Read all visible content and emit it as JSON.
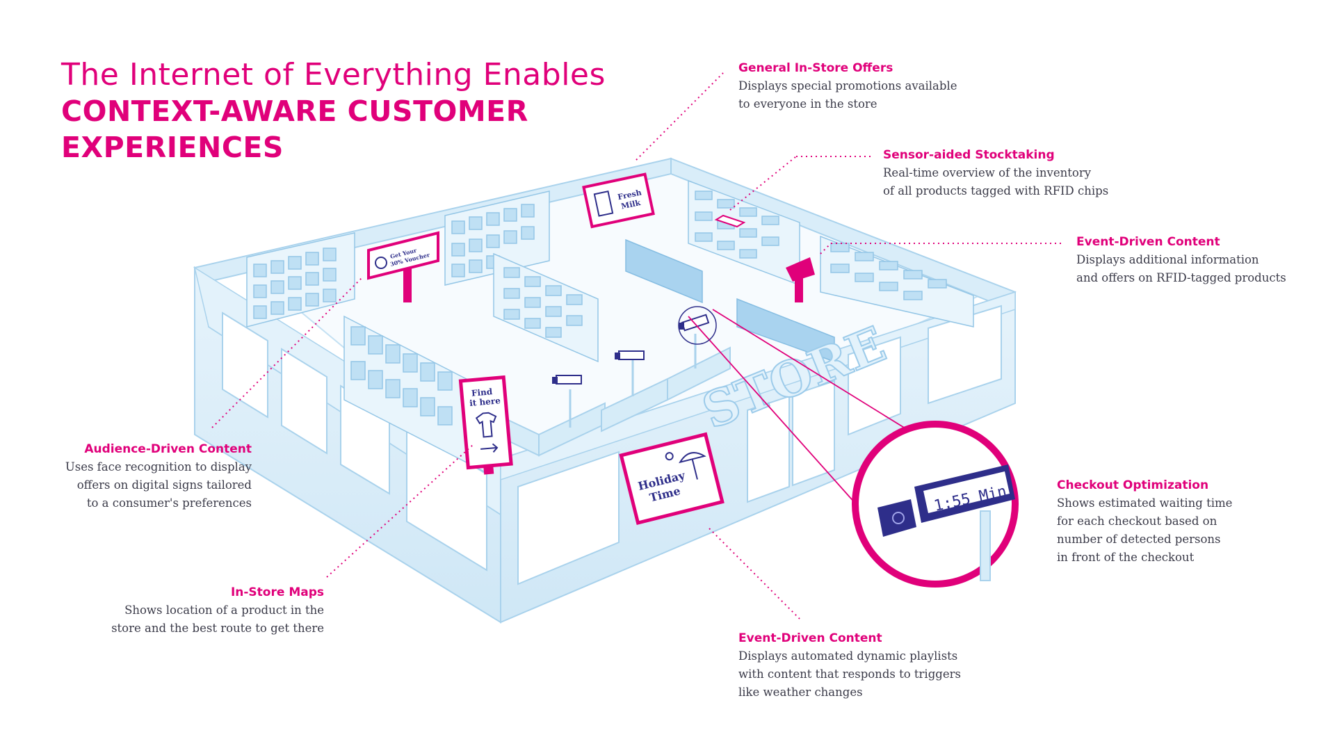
{
  "title": {
    "line1": "The Internet of Everything Enables",
    "line2": "CONTEXT-AWARE CUSTOMER EXPERIENCES"
  },
  "callouts": {
    "general_offers": {
      "heading": "General In-Store Offers",
      "lines": [
        "Displays special promotions available",
        "to everyone in the store"
      ]
    },
    "stocktaking": {
      "heading": "Sensor-aided Stocktaking",
      "lines": [
        "Real-time overview of the inventory",
        "of all products tagged with RFID chips"
      ]
    },
    "event_rfid": {
      "heading": "Event-Driven Content",
      "lines": [
        "Displays additional information",
        "and offers on RFID-tagged products"
      ]
    },
    "audience": {
      "heading": "Audience-Driven Content",
      "lines": [
        "Uses face recognition to display",
        "offers on digital signs tailored",
        "to a consumer's preferences"
      ]
    },
    "maps": {
      "heading": "In-Store Maps",
      "lines": [
        "Shows location of a product in the",
        "store and the best route to get there"
      ]
    },
    "checkout": {
      "heading": "Checkout Optimization",
      "lines": [
        "Shows estimated waiting time",
        "for each checkout based on",
        "number of detected persons",
        "in front of the checkout"
      ]
    },
    "event_playlist": {
      "heading": "Event-Driven Content",
      "lines": [
        "Displays automated dynamic playlists",
        "with content that responds to triggers",
        "like weather changes"
      ]
    }
  },
  "signs": {
    "fresh_milk": [
      "Fresh",
      "Milk"
    ],
    "voucher": [
      "Get Your",
      "30% Voucher"
    ],
    "find": [
      "Find",
      "it here"
    ],
    "holiday": [
      "Holiday",
      "Time"
    ],
    "store": "STORE",
    "timer": "1:55 Min"
  },
  "colors": {
    "accent": "#e0007a",
    "navy": "#2e2e8a",
    "ice": "#d6ecf8",
    "ice_dark": "#b5d9f0",
    "text": "#3a3a48"
  }
}
